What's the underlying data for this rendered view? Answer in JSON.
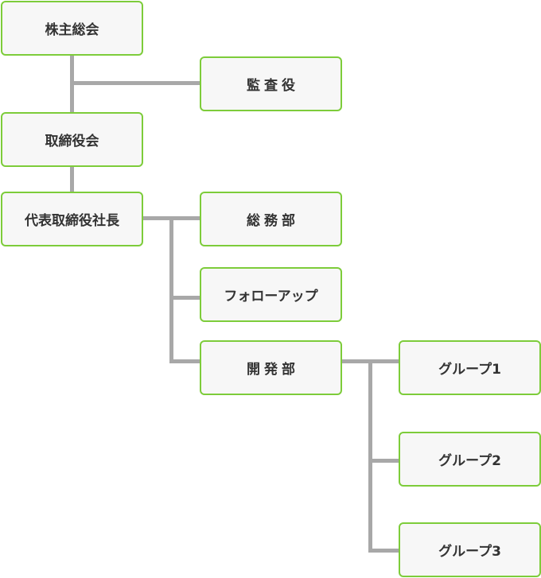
{
  "org_chart": {
    "nodes": {
      "shareholders_meeting": "株主総会",
      "auditor": "監査役",
      "board_of_directors": "取締役会",
      "ceo": "代表取締役社長",
      "general_affairs": "総務部",
      "follow_up": "フォローアップ",
      "development": "開発部",
      "group_1": "グループ1",
      "group_2": "グループ2",
      "group_3": "グループ3"
    },
    "colors": {
      "node_border": "#7dcc3a",
      "node_fill": "#f7f7f7",
      "connector": "#a8a8a8",
      "text": "#333333"
    }
  }
}
